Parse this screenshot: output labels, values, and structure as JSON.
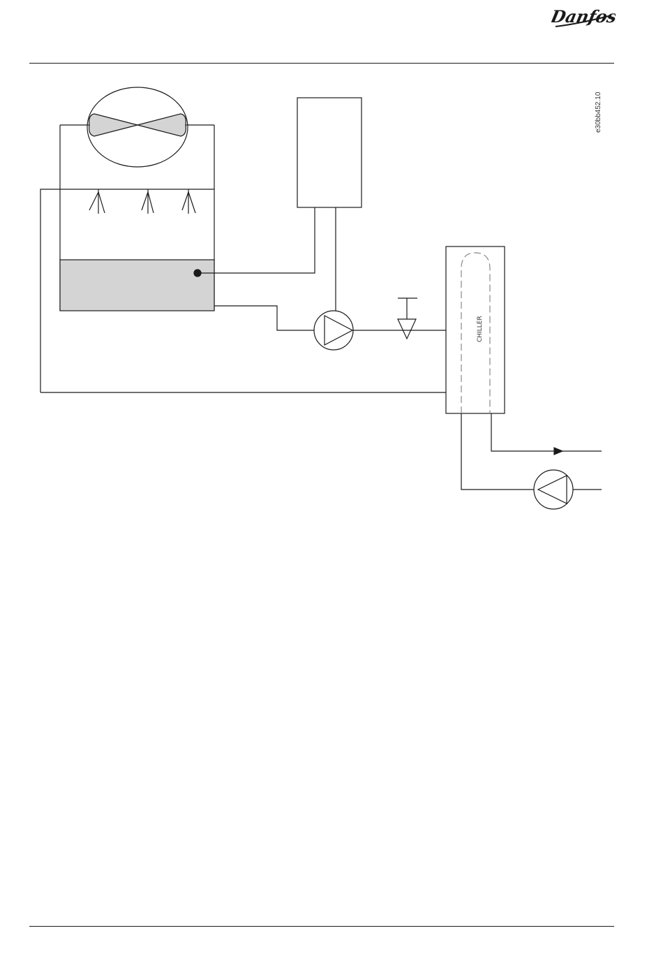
{
  "header": {
    "logo_icon": "danfoss-logo",
    "logo_color": "#1a1a1a"
  },
  "diagram": {
    "figure_code": "e30bb452.10",
    "chiller_label": "CHILLER",
    "fill_color": "#d4d4d4",
    "line_color": "#1a1a1a",
    "dash_color": "#888888"
  }
}
